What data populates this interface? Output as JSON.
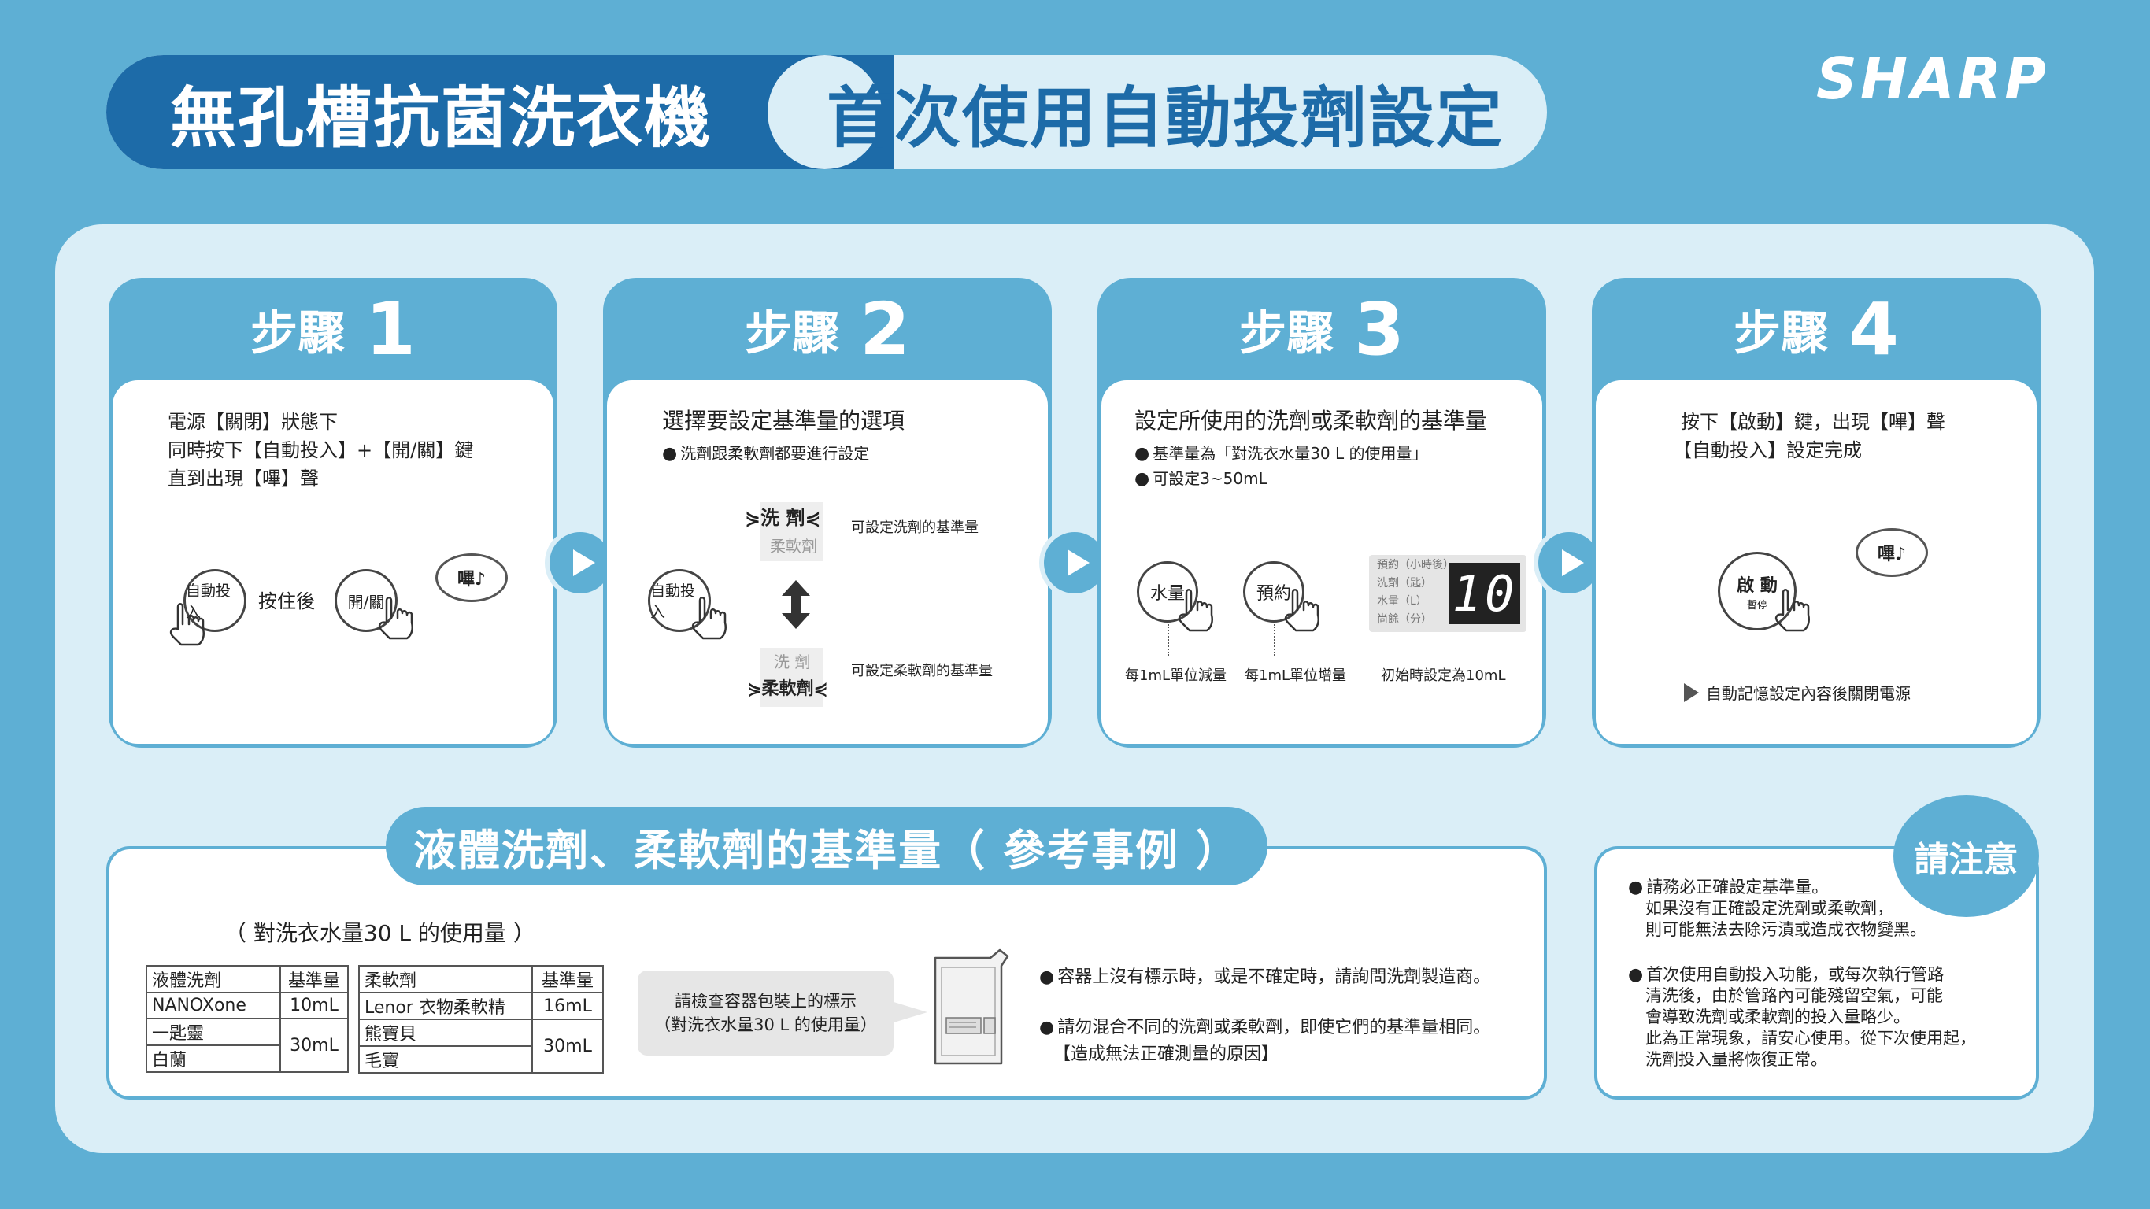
{
  "header": {
    "title": "無孔槽抗菌洗衣機",
    "subtitle": "首次使用自動投劑設定",
    "brand": "SHARP"
  },
  "steps": [
    {
      "label": "步驟",
      "number": "1",
      "lines": [
        "電源【關閉】狀態下",
        "同時按下【自動投入】+【開/關】鍵",
        "直到出現【嗶】聲"
      ],
      "btn_auto": "自動投入",
      "hold_text": "按住後",
      "btn_power": "開/關",
      "beep": "嗶♪"
    },
    {
      "label": "步驟",
      "number": "2",
      "heading": "選擇要設定基準量的選項",
      "bullet": "洗劑跟柔軟劑都要進行設定",
      "btn_auto": "自動投入",
      "opt1_main": "洗 劑",
      "opt1_sub": "柔軟劑",
      "opt1_desc": "可設定洗劑的基準量",
      "opt2_sub": "洗 劑",
      "opt2_main": "柔軟劑",
      "opt2_desc": "可設定柔軟劑的基準量"
    },
    {
      "label": "步驟",
      "number": "3",
      "heading": "設定所使用的洗劑或柔軟劑的基準量",
      "bullets": [
        "基準量為「對洗衣水量30 L 的使用量」",
        "可設定3~50mL"
      ],
      "btn_water": "水量",
      "btn_reserve": "預約",
      "disp_lines": [
        "預約（小時後）",
        "洗劑（匙）",
        "水量（L）",
        "尚餘（分）"
      ],
      "disp_value": "10",
      "cap_water": "每1mL單位減量",
      "cap_reserve": "每1mL單位增量",
      "cap_init": "初始時設定為10mL"
    },
    {
      "label": "步驟",
      "number": "4",
      "lines": [
        "按下【啟動】鍵，出現【嗶】聲",
        "【自動投入】設定完成"
      ],
      "btn_start": "啟 動",
      "btn_start_sub": "暫停",
      "beep": "嗶♪",
      "note": "自動記憶設定內容後關閉電源"
    }
  ],
  "reference": {
    "title": "液體洗劑、柔軟劑的基準量（ 參考事例 ）",
    "caption": "（ 對洗衣水量30 L 的使用量 ）",
    "table_headers": [
      "液體洗劑",
      "基準量",
      "柔軟劑",
      "基準量"
    ],
    "detergents": [
      {
        "name": "NANOXone",
        "amount": "10mL"
      },
      {
        "name": "一匙靈",
        "amount": "30mL"
      },
      {
        "name": "白蘭",
        "amount": "30mL"
      }
    ],
    "softeners": [
      {
        "name": "Lenor 衣物柔軟精",
        "amount": "16mL"
      },
      {
        "name": "熊寶貝",
        "amount": "30mL"
      },
      {
        "name": "毛寶",
        "amount": "30mL"
      }
    ],
    "check_label_1": "請檢查容器包裝上的標示",
    "check_label_2": "（對洗衣水量30 L 的使用量）",
    "note_1": "容器上沒有標示時，或是不確定時，請詢問洗劑製造商。",
    "note_2": "請勿混合不同的洗劑或柔軟劑，即使它們的基準量相同。",
    "note_2b": "【造成無法正確測量的原因】"
  },
  "notice": {
    "badge": "請注意",
    "items": [
      [
        "請務必正確設定基準量。",
        "如果沒有正確設定洗劑或柔軟劑，",
        "則可能無法去除污漬或造成衣物變黑。"
      ],
      [
        "首次使用自動投入功能，或每次執行管路",
        "清洗後，由於管路內可能殘留空氣，可能",
        "會導致洗劑或柔軟劑的投入量略少。",
        "此為正常現象，請安心使用。從下次使用起，",
        "洗劑投入量將恢復正常。"
      ]
    ]
  },
  "colors": {
    "background": "#5eafd4",
    "panel": "#daeef7",
    "header_dark": "#1d6ba8"
  }
}
